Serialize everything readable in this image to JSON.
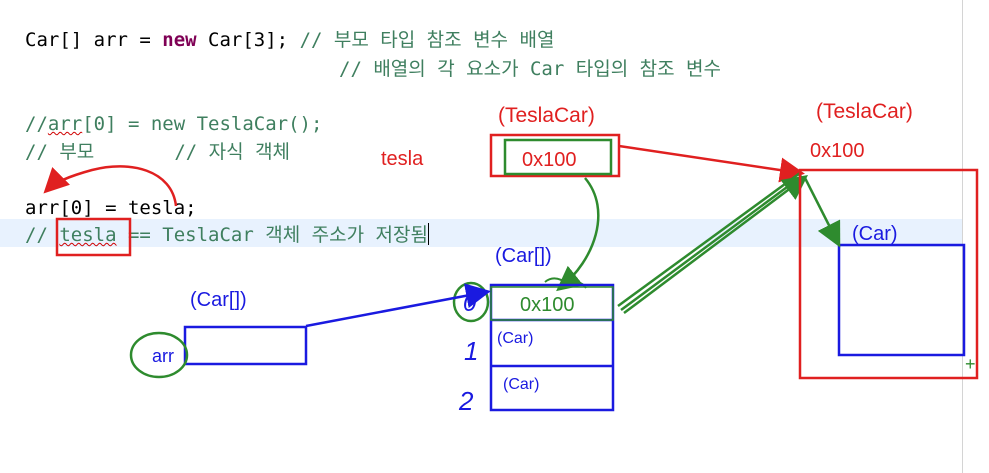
{
  "code": {
    "l1_pre": "Car[] arr = ",
    "l1_kw": "new",
    "l1_post": " Car[3]; ",
    "l1_comment": "// 부모 타입 참조 변수 배열",
    "l2_comment": "// 배열의 각 요소가 Car 타입의 참조 변수",
    "l3_a": "//",
    "l3_b": "arr",
    "l3_c": "[0] = new TeslaCar();",
    "l4_comment": "// 부모       // 자식 객체",
    "l5": "arr[0] = tesla;",
    "l6_a": "// ",
    "l6_b": "tesla",
    "l6_c": " == TeslaCar 객체 주소가 저장됨"
  },
  "annotations": {
    "tesla_label": "tesla",
    "tesla_type": "(TeslaCar)",
    "tesla_value": "0x100",
    "array_type": "(Car[])",
    "array_slot0_value": "0x100",
    "array_slot1": "(Car)",
    "array_slot2": "(Car)",
    "index_0": "0",
    "index_1": "1",
    "index_2": "2",
    "arr_type": "(Car[])",
    "arr_label": "arr",
    "heap_type": "(TeslaCar)",
    "heap_address": "0x100",
    "heap_inner_type": "(Car)",
    "plus_mark": "+"
  },
  "colors": {
    "comment": "#3f7f5f",
    "keyword": "#7f0055",
    "red": "#e02020",
    "green": "#2e8b2e",
    "blue": "#1a1ae0",
    "line_highlight": "#e8f2fe"
  }
}
